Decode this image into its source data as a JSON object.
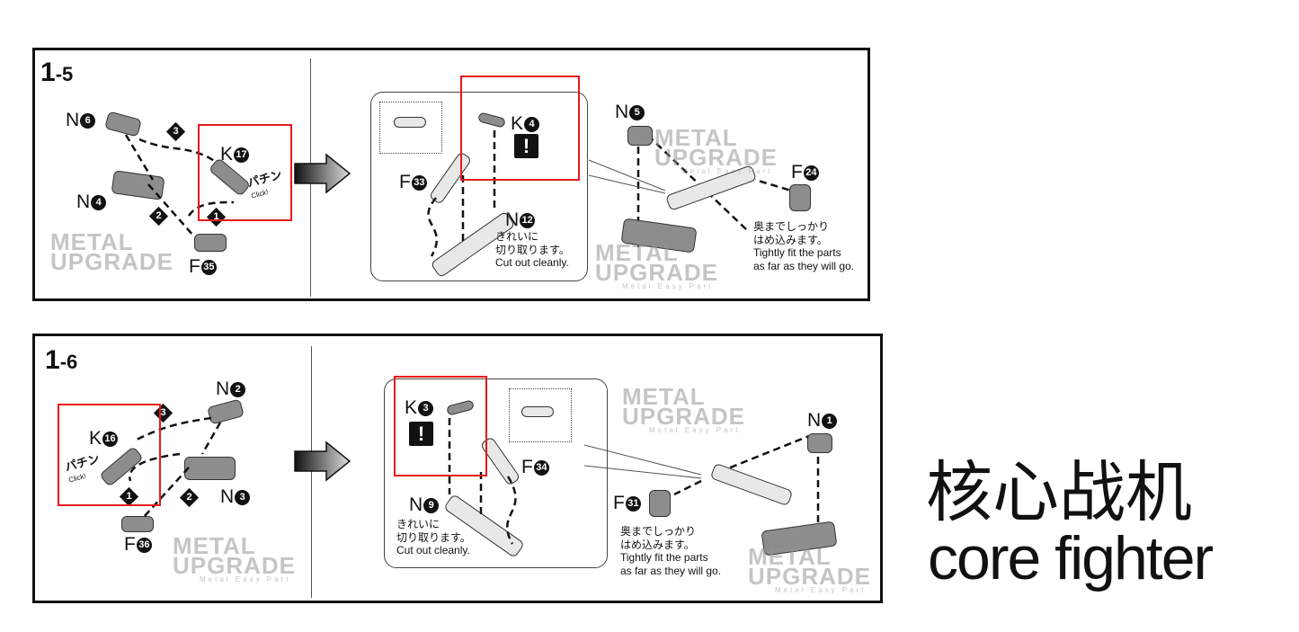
{
  "step_1_5": {
    "title": "1",
    "sub": "-5",
    "labels": [
      {
        "l": "N",
        "n": "6"
      },
      {
        "l": "K",
        "n": "17"
      },
      {
        "l": "N",
        "n": "4"
      },
      {
        "l": "F",
        "n": "35"
      },
      {
        "l": "K",
        "n": "4"
      },
      {
        "l": "F",
        "n": "33"
      },
      {
        "l": "N",
        "n": "12"
      },
      {
        "l": "N",
        "n": "5"
      },
      {
        "l": "F",
        "n": "24"
      }
    ],
    "steps": [
      "3",
      "2",
      "1"
    ],
    "click_jp": "パチン",
    "click_en": "Click!",
    "warn": "!",
    "cut_jp1": "きれいに",
    "cut_jp2": "切り取ります。",
    "cut_en": "Cut out cleanly.",
    "fit_jp1": "奥までしっかり",
    "fit_jp2": "はめ込みます。",
    "fit_en1": "Tightly fit the parts",
    "fit_en2": "as far as they will go."
  },
  "step_1_6": {
    "title": "1",
    "sub": "-6",
    "labels": [
      {
        "l": "K",
        "n": "16"
      },
      {
        "l": "N",
        "n": "2"
      },
      {
        "l": "N",
        "n": "3"
      },
      {
        "l": "F",
        "n": "36"
      },
      {
        "l": "K",
        "n": "3"
      },
      {
        "l": "F",
        "n": "34"
      },
      {
        "l": "N",
        "n": "9"
      },
      {
        "l": "N",
        "n": "1"
      },
      {
        "l": "F",
        "n": "31"
      }
    ],
    "steps": [
      "3",
      "1",
      "2"
    ],
    "click_jp": "パチン",
    "click_en": "Click!",
    "warn": "!",
    "cut_jp1": "きれいに",
    "cut_jp2": "切り取ります。",
    "cut_en": "Cut out cleanly.",
    "fit_jp1": "奥までしっかり",
    "fit_jp2": "はめ込みます。",
    "fit_en1": "Tightly fit the parts",
    "fit_en2": "as far as they will go."
  },
  "watermark": {
    "line1": "METAL",
    "line2": "UPGRADE",
    "line3": "Metal Easy Part"
  },
  "caption": {
    "cn": "核心战机",
    "en": "core fighter"
  },
  "colors": {
    "highlight": "#e5191c"
  }
}
